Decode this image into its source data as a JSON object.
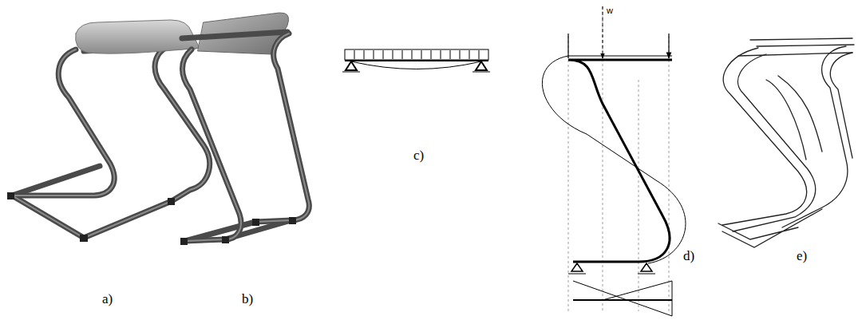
{
  "diagram": {
    "labels": [
      "a)",
      "b)",
      "c)",
      "d)",
      "e)",
      "w"
    ]
  }
}
